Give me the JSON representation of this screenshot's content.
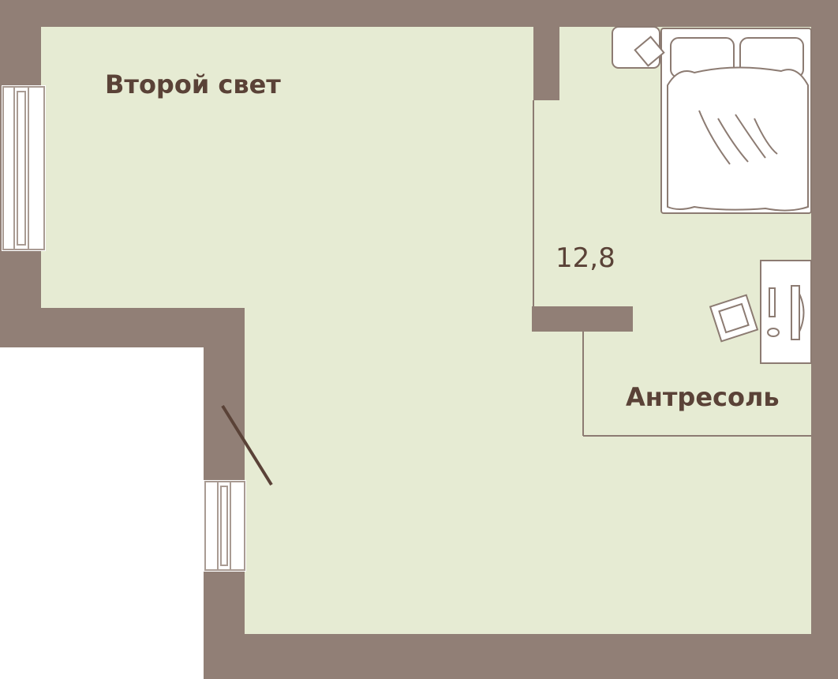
{
  "plan": {
    "rooms": {
      "double_height": {
        "label": "Второй свет"
      },
      "mezzanine": {
        "label": "Антресоль",
        "area": "12,8"
      }
    },
    "colors": {
      "wall": "#917f76",
      "floor": "#e6ebd3",
      "text": "#5a4237",
      "line": "#8c7b72",
      "window_frame": "#a99b93",
      "furniture_outline": "#8c7b72",
      "furniture_fill": "#ffffff"
    }
  }
}
